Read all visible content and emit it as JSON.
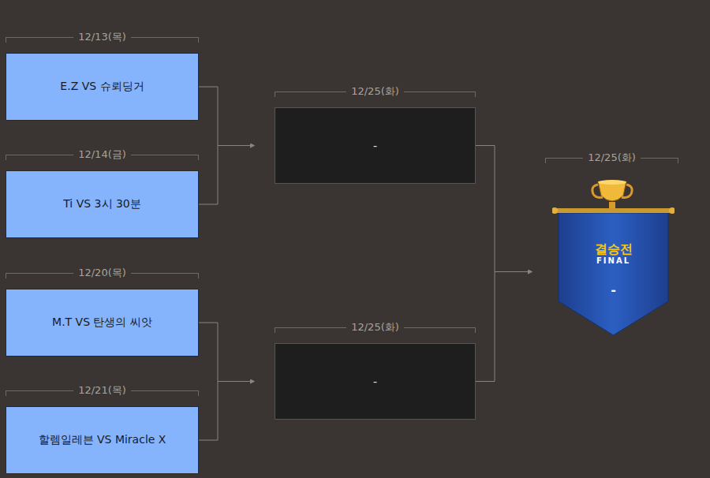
{
  "diagram": {
    "nodes": [
      {
        "text": [
          "12/13(목)",
          "E.Z VS 슈뢰딩거"
        ]
      },
      {
        "text": [
          "12/14(금)",
          "Ti VS 3시 30분"
        ]
      },
      {
        "text": [
          "12/20(목)",
          "M.T VS 탄생의 씨앗"
        ]
      },
      {
        "text": [
          "12/21(목)",
          "할렘일레븐 VS Miracle X"
        ]
      },
      {
        "text": [
          "12/25(화)",
          "-"
        ]
      },
      {
        "text": [
          "12/25(화)",
          "-"
        ]
      },
      {
        "text": [
          "12/25(화)",
          "결승전",
          "FINAL",
          "-"
        ]
      }
    ],
    "edges": [
      {
        "from": 0,
        "to": 4,
        "arrow": "to"
      },
      {
        "from": 1,
        "to": 4,
        "arrow": "to"
      },
      {
        "from": 2,
        "to": 5,
        "arrow": "to"
      },
      {
        "from": 3,
        "to": 5,
        "arrow": "to"
      },
      {
        "from": 4,
        "to": 6,
        "arrow": "to"
      },
      {
        "from": 5,
        "to": 6,
        "arrow": "to"
      }
    ]
  }
}
